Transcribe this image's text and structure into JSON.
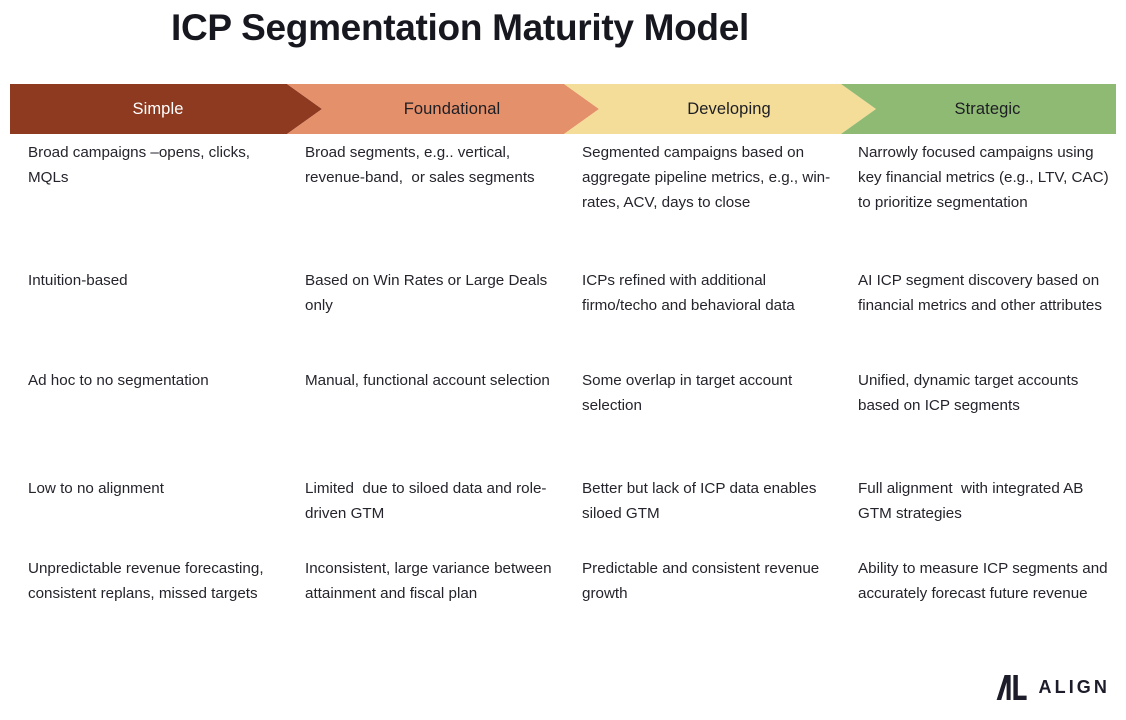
{
  "page_title": "ICP Segmentation Maturity Model",
  "colors": {
    "stage_simple": "#8e3a20",
    "stage_foundational": "#e4906a",
    "stage_developing": "#f3dd98",
    "stage_strategic": "#8fba74",
    "title_text": "#17171f",
    "body_text": "#24242c",
    "background": "#ffffff"
  },
  "stages": [
    {
      "label": "Simple",
      "color": "#8e3a20",
      "text_color": "#ffffff"
    },
    {
      "label": "Foundational",
      "color": "#e4906a",
      "text_color": "#1d1d24"
    },
    {
      "label": "Developing",
      "color": "#f3dd98",
      "text_color": "#1d1d24"
    },
    {
      "label": "Strategic",
      "color": "#8fba74",
      "text_color": "#1d1d24"
    }
  ],
  "rows": [
    {
      "cells": [
        "Broad campaigns –opens, clicks, MQLs",
        "Broad segments, e.g.. vertical, revenue-band,  or sales segments",
        "Segmented campaigns based on aggregate pipeline metrics, e.g., win-rates, ACV, days to close",
        "Narrowly focused campaigns using key financial metrics (e.g., LTV, CAC) to prioritize segmentation"
      ]
    },
    {
      "cells": [
        "Intuition-based",
        "Based on Win Rates or Large Deals only",
        "ICPs refined with additional firmo/techo and behavioral data",
        "AI ICP segment discovery based on financial metrics and other attributes"
      ]
    },
    {
      "cells": [
        "Ad hoc to no segmentation",
        "Manual, functional account selection",
        "Some overlap in target account selection",
        "Unified, dynamic target accounts based on ICP segments"
      ]
    },
    {
      "cells": [
        "Low to no alignment",
        "Limited  due to siloed data and role-driven GTM",
        "Better but lack of ICP data enables siloed GTM",
        "Full alignment  with integrated AB GTM strategies"
      ]
    },
    {
      "cells": [
        "Unpredictable revenue forecasting, consistent replans, missed targets",
        "Inconsistent, large variance between attainment and fiscal plan",
        "Predictable and consistent revenue growth",
        "Ability to measure ICP segments and accurately forecast future revenue"
      ]
    }
  ],
  "brand": {
    "mark": "al-monogram-icon",
    "wordmark": "ALIGN"
  }
}
